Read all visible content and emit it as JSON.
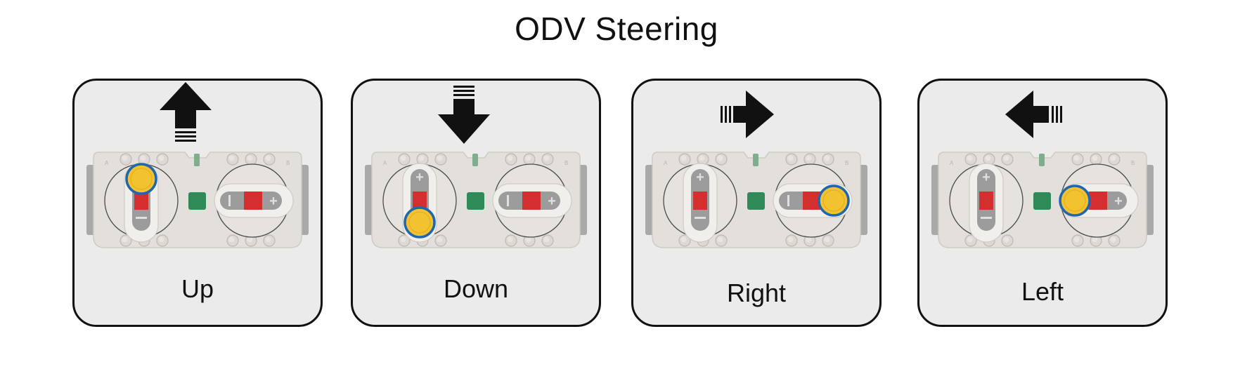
{
  "title": "ODV Steering",
  "cards": [
    {
      "label": "Up",
      "arrow": "up",
      "active_control": "left-lever",
      "active_end": "plus"
    },
    {
      "label": "Down",
      "arrow": "down",
      "active_control": "left-lever",
      "active_end": "minus"
    },
    {
      "label": "Right",
      "arrow": "right",
      "active_control": "right-lever",
      "active_end": "plus"
    },
    {
      "label": "Left",
      "arrow": "left",
      "active_control": "right-lever",
      "active_end": "minus"
    }
  ],
  "colors": {
    "highlight_fill": "#f2c230",
    "highlight_ring": "#1f66b0",
    "lever_red": "#d32f2f",
    "status_light": "#2e8b57"
  }
}
